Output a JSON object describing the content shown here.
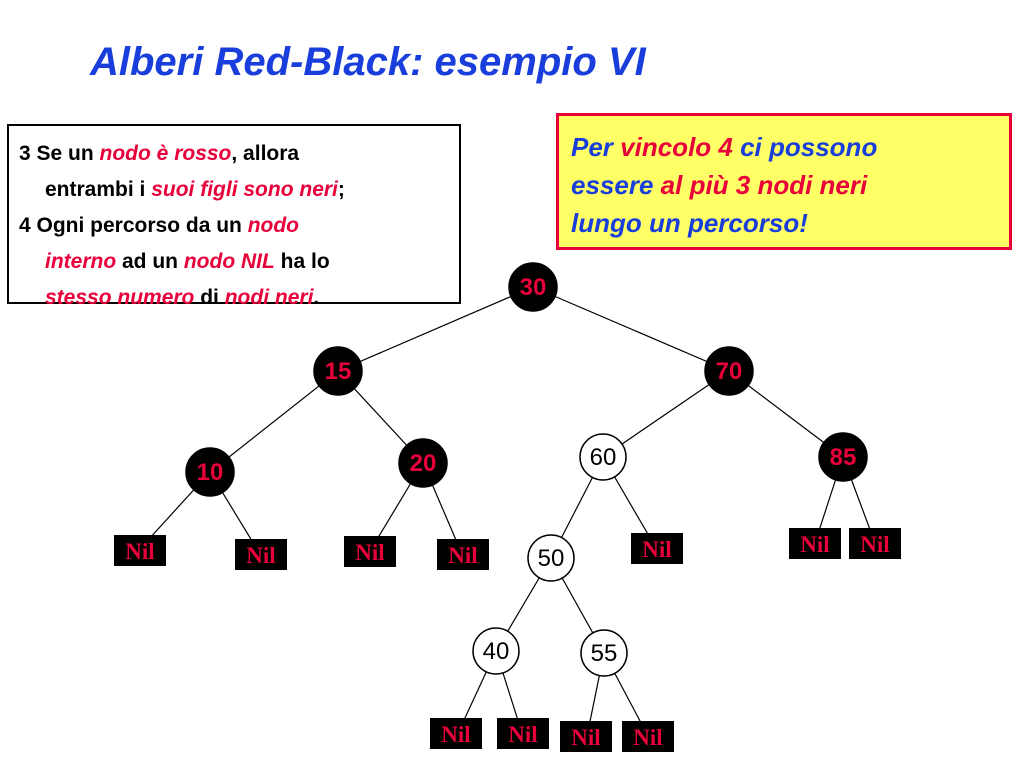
{
  "title": "Alberi Red-Black: esempio VI",
  "rules": {
    "r3_a": "3 Se un ",
    "r3_b": "nodo è rosso",
    "r3_c": ", allora",
    "r3_d": "entrambi i ",
    "r3_e": "suoi figli  sono neri",
    "r3_f": ";",
    "r4_a": "4 Ogni percorso da un ",
    "r4_b": "nodo",
    "r4_c": "interno",
    "r4_d": " ad un ",
    "r4_e": "nodo NIL",
    "r4_f": " ha lo",
    "r4_g": "stesso  numero",
    "r4_h": " di ",
    "r4_i": "nodi neri",
    "r4_j": "."
  },
  "note": {
    "a": "Per ",
    "b": "vincolo 4",
    "c": " ci possono",
    "d": "essere ",
    "e": "al più 3 nodi neri",
    "f": "lungo un percorso!"
  },
  "colors": {
    "title": "#1a3edb",
    "highlight": "#e8003a",
    "note_bg": "#ffff66",
    "black_node": "#000000"
  },
  "tree": {
    "nodes": [
      {
        "id": "n30",
        "label": "30",
        "color": "black"
      },
      {
        "id": "n15",
        "label": "15",
        "color": "black"
      },
      {
        "id": "n70",
        "label": "70",
        "color": "black"
      },
      {
        "id": "n10",
        "label": "10",
        "color": "black"
      },
      {
        "id": "n20",
        "label": "20",
        "color": "black"
      },
      {
        "id": "n60",
        "label": "60",
        "color": "red"
      },
      {
        "id": "n85",
        "label": "85",
        "color": "black"
      },
      {
        "id": "n50",
        "label": "50",
        "color": "red"
      },
      {
        "id": "n40",
        "label": "40",
        "color": "red"
      },
      {
        "id": "n55",
        "label": "55",
        "color": "red"
      }
    ],
    "nil_label": "Nil"
  }
}
